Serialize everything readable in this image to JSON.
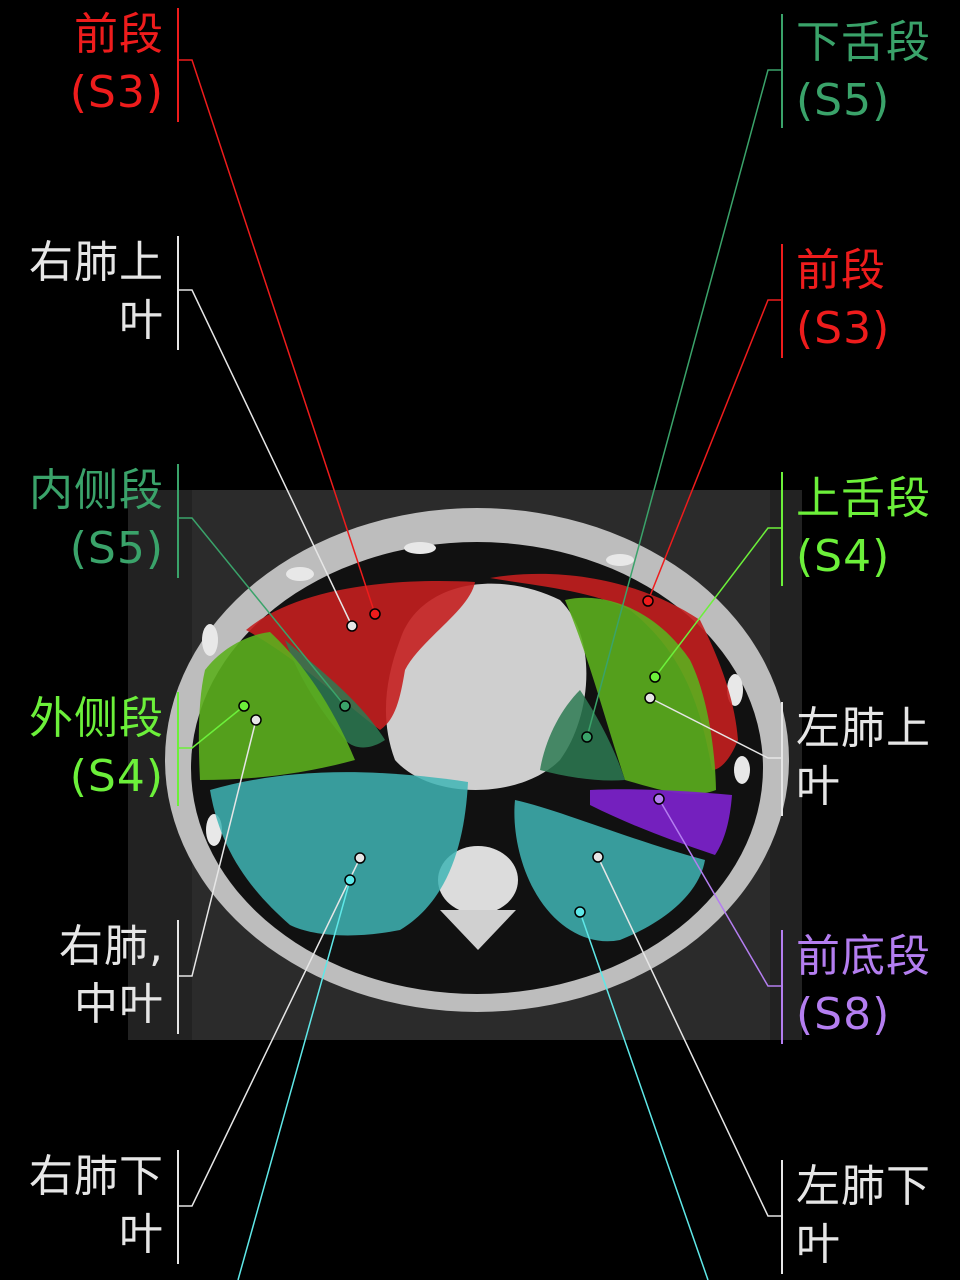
{
  "colors": {
    "red": "#ee1c1c",
    "dark_green": "#3aa36a",
    "light_green": "#6cf03a",
    "white": "#e6e6e6",
    "cyan": "#5fe8e8",
    "purple": "#b47ef0"
  },
  "labels": {
    "right_anterior": {
      "line1": "前段",
      "line2": "(S3)"
    },
    "right_upper_lobe": {
      "line1": "右肺上",
      "line2": "叶"
    },
    "right_medial": {
      "line1": "内侧段",
      "line2": "(S5)"
    },
    "right_lateral": {
      "line1": "外侧段",
      "line2": "(S4)"
    },
    "right_middle_lobe": {
      "line1": "右肺,",
      "line2": "中叶"
    },
    "right_lower_lobe": {
      "line1": "右肺下",
      "line2": "叶"
    },
    "left_inferior_lingular": {
      "line1": "下舌段",
      "line2": "(S5)"
    },
    "left_anterior": {
      "line1": "前段",
      "line2": "(S3)"
    },
    "left_superior_lingular": {
      "line1": "上舌段",
      "line2": "(S4)"
    },
    "left_upper_lobe": {
      "line1": "左肺上",
      "line2": "叶"
    },
    "left_anterior_basal": {
      "line1": "前底段",
      "line2": "(S8)"
    },
    "left_lower_lobe": {
      "line1": "左肺下",
      "line2": "叶"
    }
  }
}
